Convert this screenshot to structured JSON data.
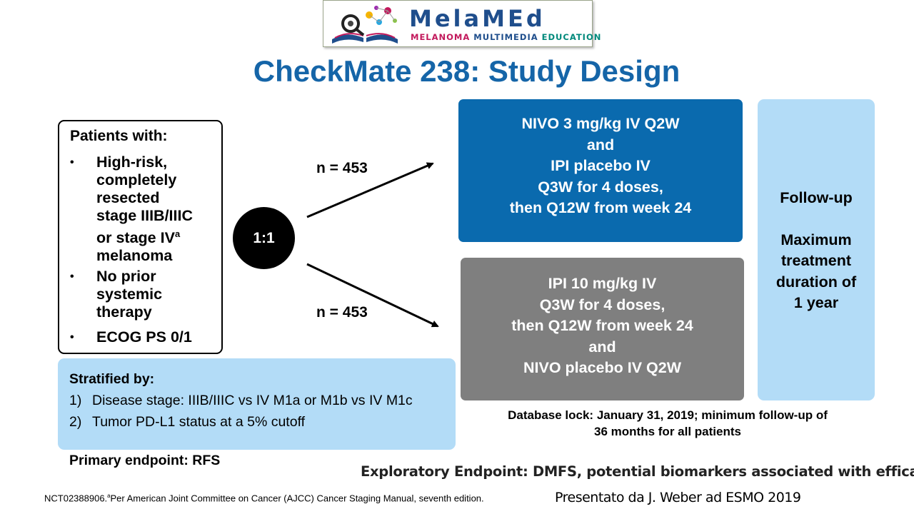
{
  "logo": {
    "wordmark": "MelaMEd",
    "tagline_part1": "MELANOMA ",
    "tagline_part2": "MULTIMEDIA ",
    "tagline_part3": "EDUCATION"
  },
  "title": "CheckMate 238: Study Design",
  "patients": {
    "heading": "Patients with:",
    "criteria": [
      {
        "bullet": "•",
        "lines": [
          "High-risk,",
          "completely",
          "resected",
          "stage IIIB/IIIC",
          "or stage IV",
          "melanoma"
        ],
        "superscript": "a"
      },
      {
        "bullet": "•",
        "lines": [
          "No prior",
          "systemic",
          "therapy"
        ]
      },
      {
        "bullet": "•",
        "lines": [
          "ECOG PS 0/1"
        ]
      }
    ]
  },
  "randomization": {
    "ratio": "1:1",
    "arm1_n": "n = 453",
    "arm2_n": "n = 453"
  },
  "arms": {
    "nivo": {
      "color": "#0a6aae",
      "lines": [
        "NIVO 3 mg/kg IV Q2W",
        "and",
        "IPI placebo IV",
        "Q3W for 4 doses,",
        "then Q12W from week 24"
      ]
    },
    "ipi": {
      "color": "#7f7f7f",
      "lines": [
        "IPI 10 mg/kg IV",
        "Q3W for 4 doses,",
        "then Q12W from week 24",
        "and",
        "NIVO placebo IV Q2W"
      ]
    }
  },
  "followup": {
    "color": "#b3dcf7",
    "heading": "Follow-up",
    "lines": [
      "Maximum",
      "treatment",
      "duration of",
      "1 year"
    ]
  },
  "stratification": {
    "heading": "Stratified by:",
    "items": [
      {
        "num": "1)",
        "text": "Disease stage: IIIB/IIIC vs IV M1a or M1b vs IV M1c"
      },
      {
        "num": "2)",
        "text": "Tumor PD-L1 status at a 5% cutoff"
      }
    ]
  },
  "database_lock": [
    "Database lock: January 31, 2019; minimum follow-up of",
    "36 months for all patients"
  ],
  "primary_endpoint": "Primary endpoint: RFS",
  "exploratory_endpoint": "Exploratory Endpoint: DMFS, potential biomarkers associated with efficacy",
  "footnote": {
    "trial_id": "NCT02388906.",
    "marker": "a",
    "text": "Per American Joint Committee on Cancer (AJCC) Cancer Staging Manual, seventh edition."
  },
  "presenter": "Presentato da J. Weber ad ESMO 2019"
}
